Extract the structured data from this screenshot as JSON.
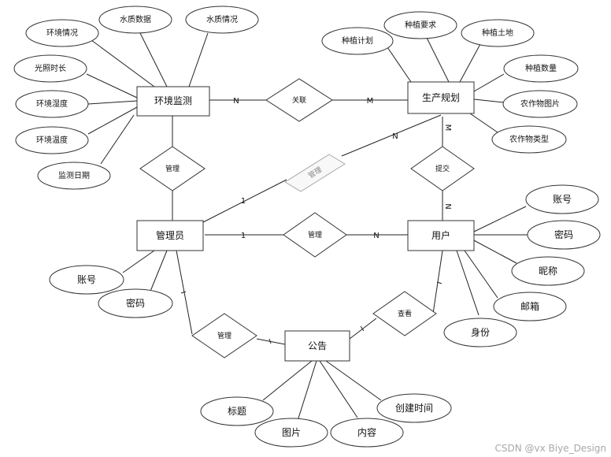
{
  "entities": {
    "env": "环境监测",
    "prod": "生产规划",
    "admin": "管理员",
    "user": "用户",
    "notice": "公告"
  },
  "relations": {
    "env_prod": "关联",
    "admin_env": "管理",
    "admin_prod": "管理",
    "admin_user": "管理",
    "user_prod": "提交",
    "admin_notice": "管理",
    "user_notice": "查看"
  },
  "attributes": {
    "env": [
      "环境情况",
      "水质数据",
      "水质情况",
      "光照时长",
      "环境湿度",
      "环境温度",
      "监测日期"
    ],
    "prod": [
      "种植计划",
      "种植要求",
      "种植土地",
      "种植数量",
      "农作物图片",
      "农作物类型"
    ],
    "admin": [
      "账号",
      "密码"
    ],
    "user": [
      "账号",
      "密码",
      "昵称",
      "邮箱",
      "身份"
    ],
    "notice": [
      "标题",
      "图片",
      "内容",
      "创建时间"
    ]
  },
  "cardinalities": {
    "env_rel": "N",
    "prod_rel": "M",
    "admin_ghost": "1",
    "prod_ghost": "N",
    "admin_user_left": "1",
    "admin_user_right": "N",
    "prod_submit": "M",
    "user_submit": "N"
  },
  "watermark": "CSDN @vx   Biye_Design"
}
